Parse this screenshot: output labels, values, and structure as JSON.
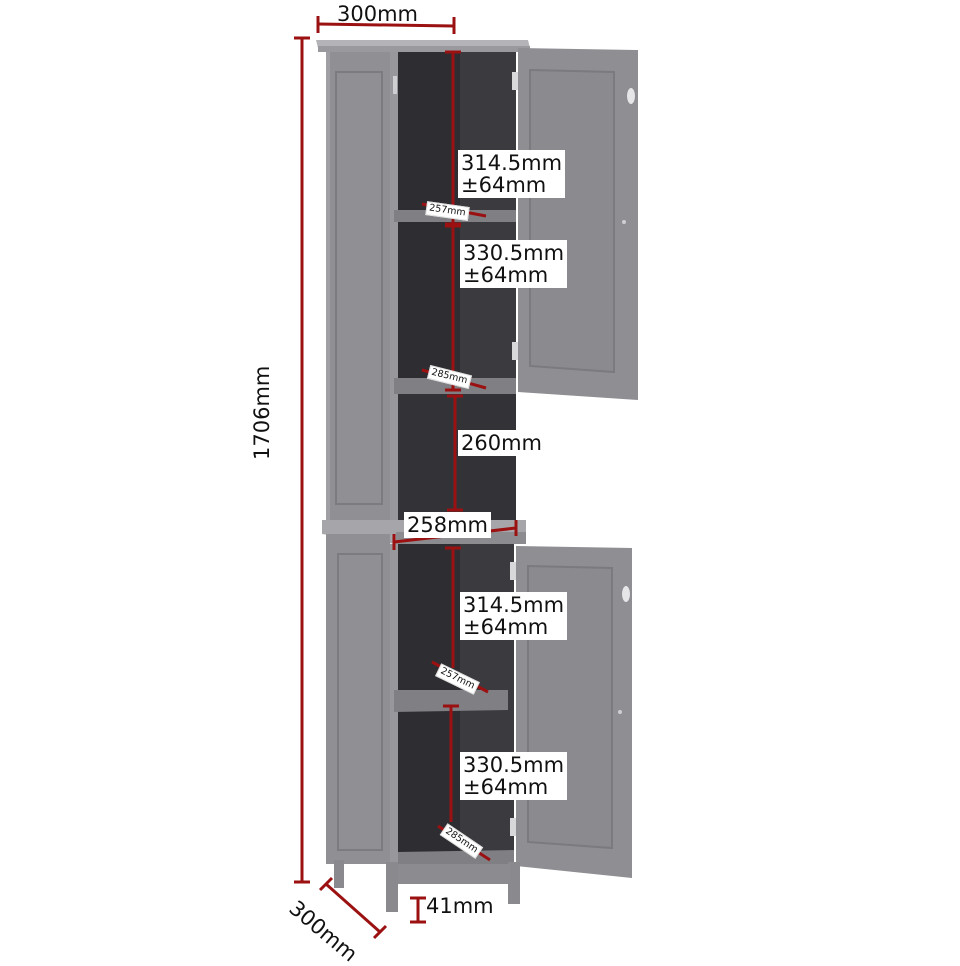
{
  "diagram": {
    "subject": "Tall grey bathroom storage cabinet with two open doors",
    "colors": {
      "cabinet_body": "#8f8f93",
      "cabinet_light": "#a4a4a8",
      "interior": "#2e2e32",
      "dimension_line": "#9b1111",
      "label_bg": "#ffffff"
    },
    "dimensions": {
      "top_width": "300mm",
      "total_height": "1706mm",
      "depth": "300mm",
      "leg_height": "41mm",
      "divider_width": "258mm",
      "open_compartment_height": "260mm",
      "upper_cabinet": {
        "top_shelf_height": "314.5mm",
        "top_shelf_tolerance": "±64mm",
        "shelf_depth_1": "257mm",
        "lower_shelf_height": "330.5mm",
        "lower_shelf_tolerance": "±64mm",
        "shelf_depth_2": "285mm"
      },
      "lower_cabinet": {
        "top_shelf_height": "314.5mm",
        "top_shelf_tolerance": "±64mm",
        "shelf_depth_1": "257mm",
        "lower_shelf_height": "330.5mm",
        "lower_shelf_tolerance": "±64mm",
        "shelf_depth_2": "285mm"
      }
    }
  }
}
